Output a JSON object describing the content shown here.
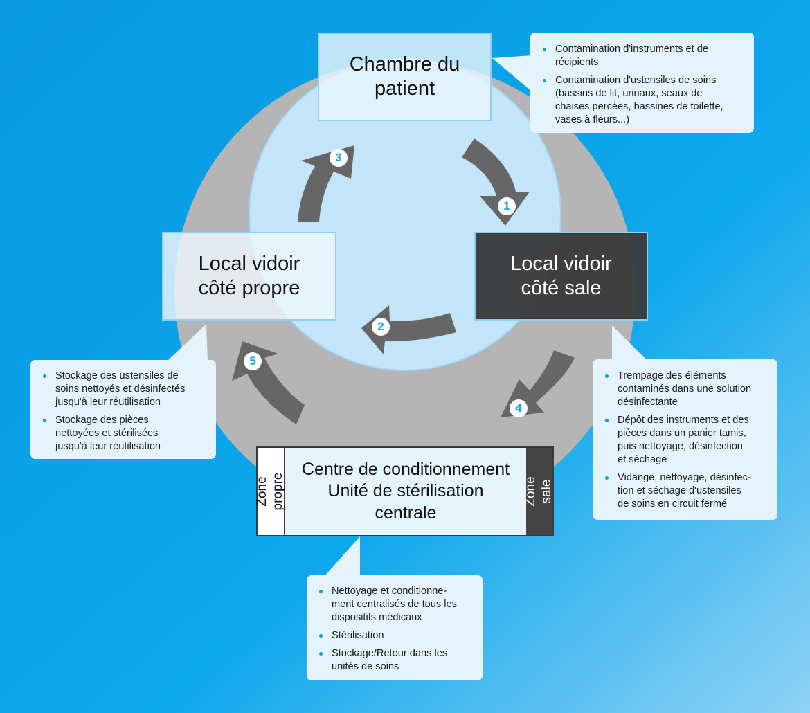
{
  "colors": {
    "background_top": "#0b9fe4",
    "background_bottom": "#7cc9f2",
    "outer_ring": "#b5b5b5",
    "inner_circle": "#c4e5f9",
    "arrow": "#666666",
    "dark_box": "#3a3a3a",
    "bullet": "#0a9be6"
  },
  "nodes": {
    "patient_room": "Chambre du\npatient",
    "clean_utility": "Local vidoir\ncôté propre",
    "dirty_utility": "Local vidoir\ncôté sale",
    "central": {
      "title": "Centre de conditionnement\nUnité de stérilisation\ncentrale",
      "zone_clean": "Zone propre",
      "zone_dirty": "Zone sale"
    }
  },
  "steps": [
    "1",
    "2",
    "3",
    "4",
    "5"
  ],
  "notes": {
    "patient_room": [
      "Contamination d'instruments et de\nrécipients",
      "Contamination d'ustensiles de soins\n(bassins de lit, urinaux, seaux de\nchaises percées, bassines de toilette,\nvases à fleurs...)"
    ],
    "clean_utility": [
      "Stockage des ustensiles de\nsoins nettoyés et désinfectés\njusqu'à leur réutilisation",
      "Stockage des pièces\nnettoyées et stérilisées\njusqu'à leur réutilisation"
    ],
    "dirty_utility": [
      "Trempage des éléments\ncontaminés dans une solution\ndésinfectante",
      "Dépôt des instruments et des\npièces dans un panier tamis,\npuis nettoyage, désinfection\net séchage",
      "Vidange, nettoyage, désinfec-\ntion et séchage d'ustensiles\nde soins en circuit fermé"
    ],
    "central": [
      "Nettoyage et conditionne-\nment centralisés de tous les\ndispositifs médicaux",
      "Stérilisation",
      "Stockage/Retour dans les\nunités de soins"
    ]
  }
}
